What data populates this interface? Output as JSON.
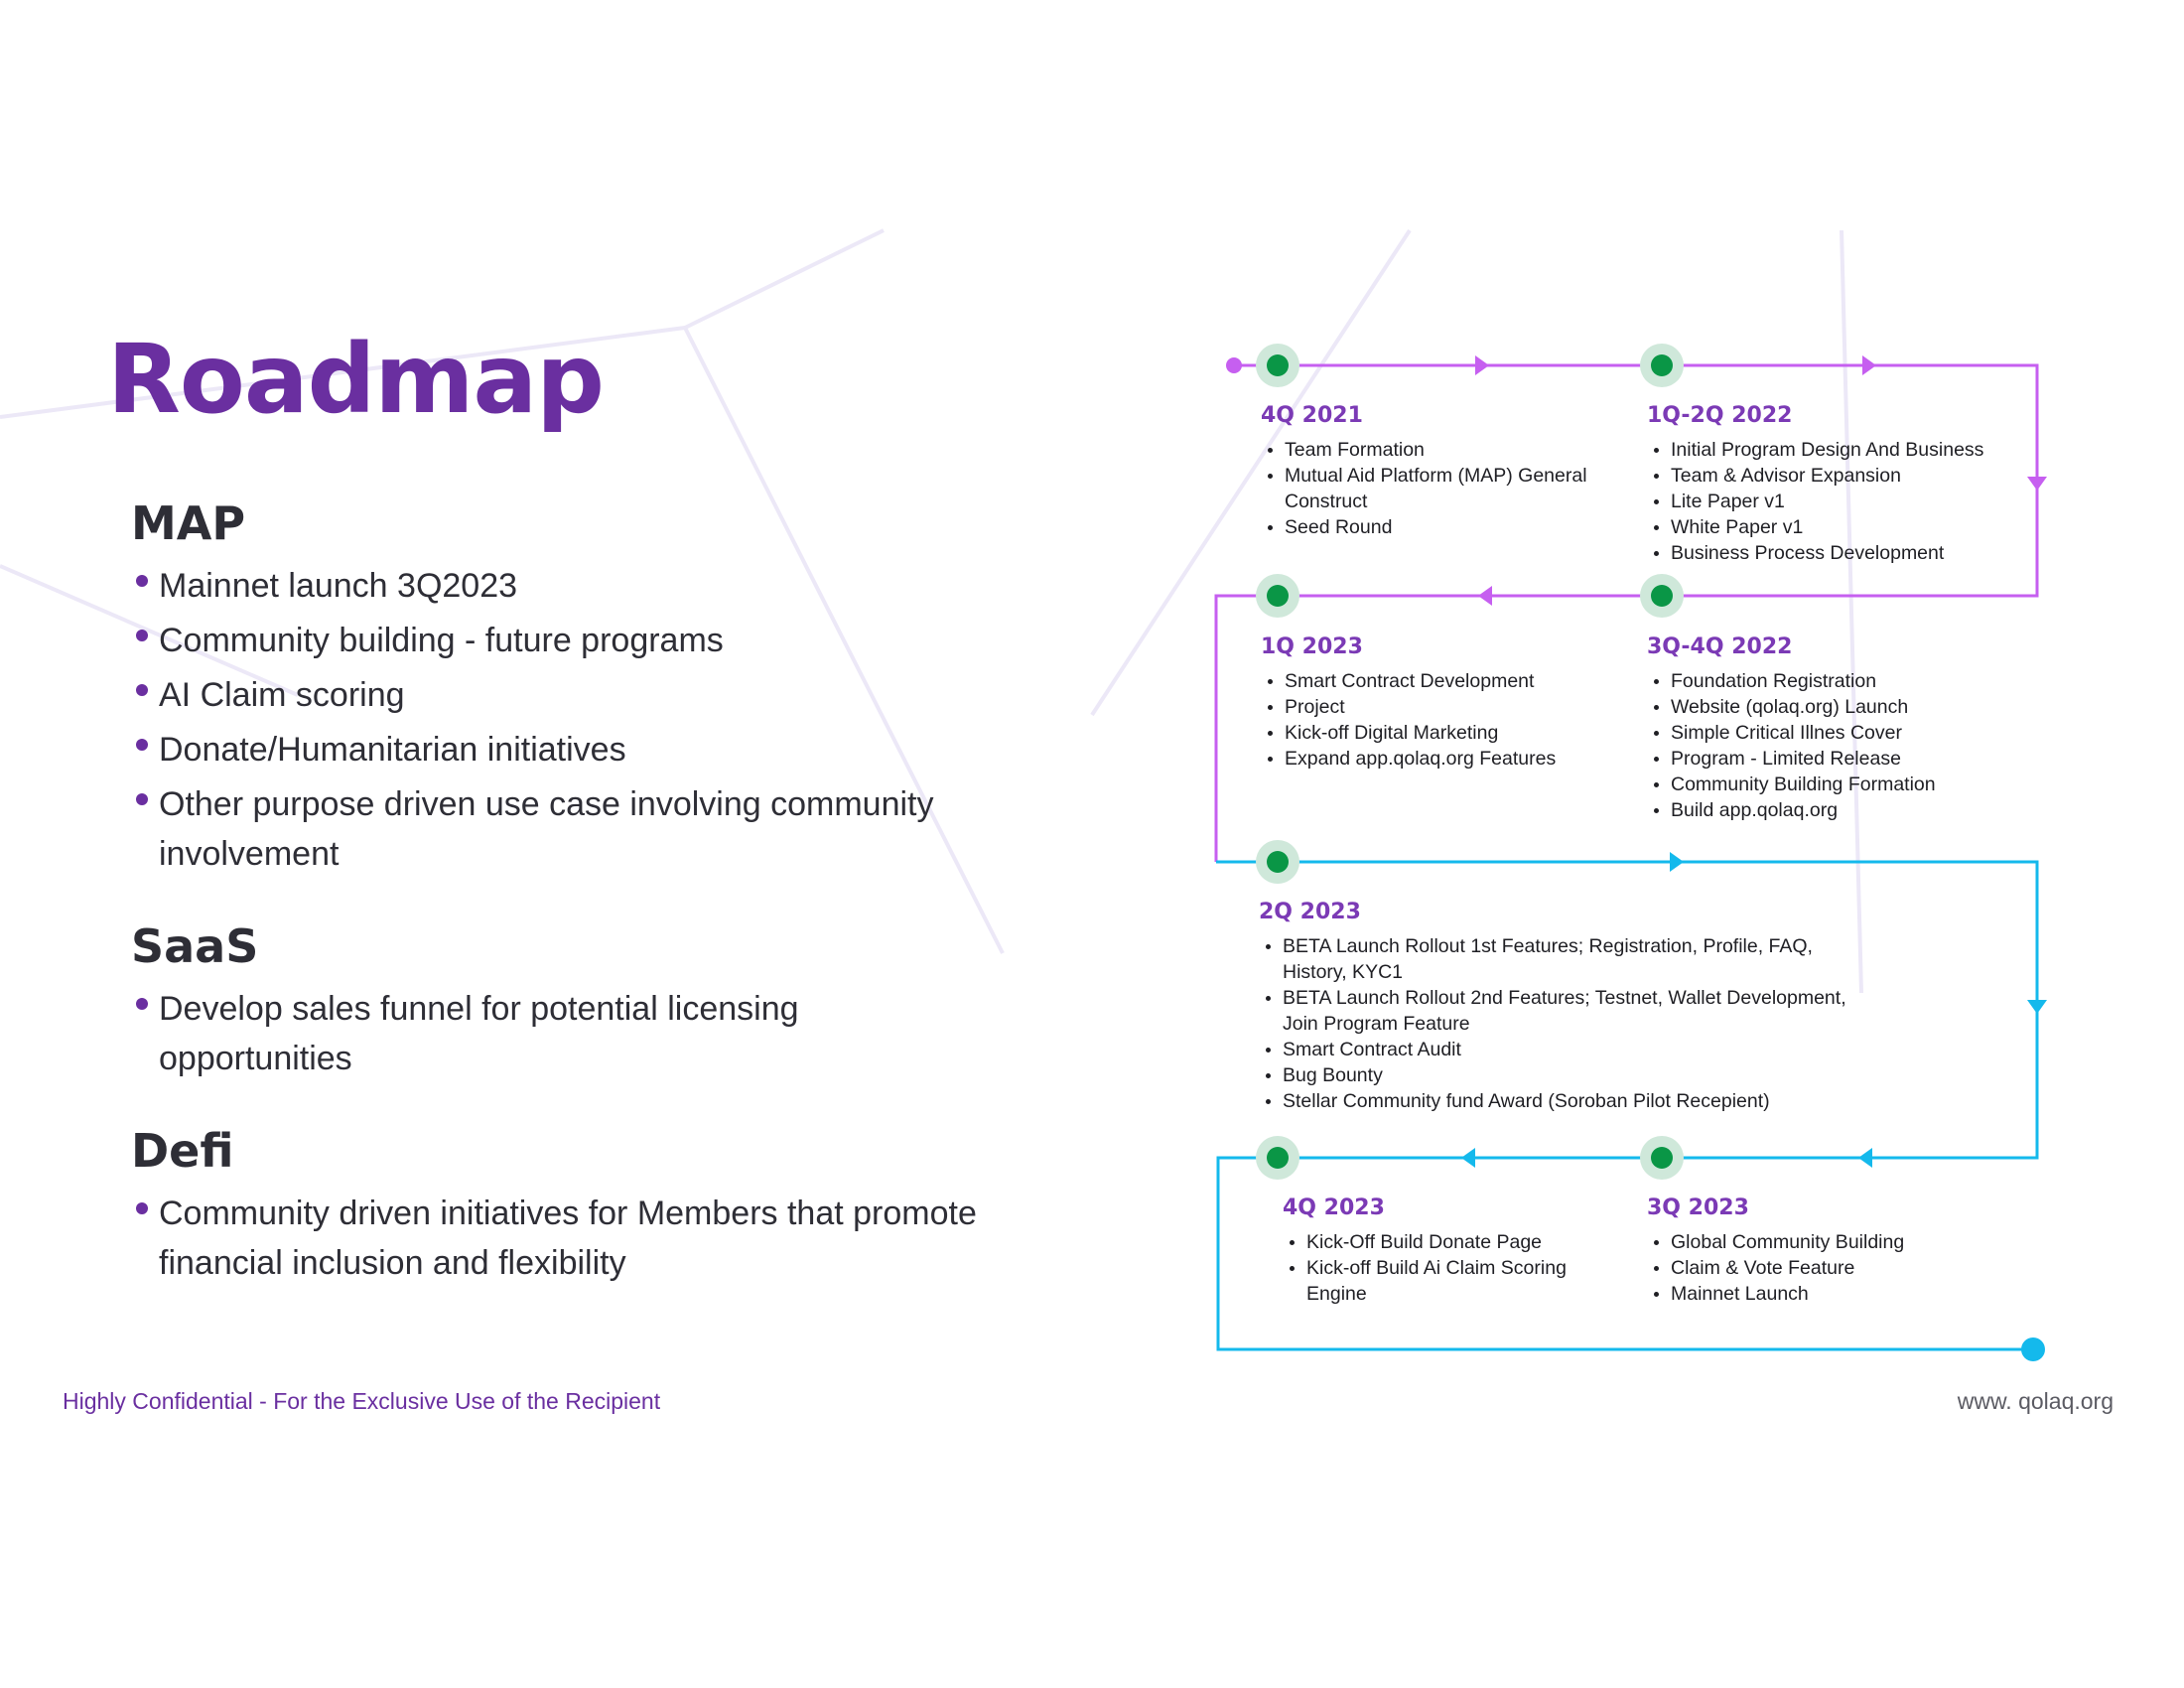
{
  "slide": {
    "title": "Roadmap",
    "sections": [
      {
        "heading": "MAP",
        "items": [
          "Mainnet launch 3Q2023",
          "Community building - future programs",
          "AI Claim scoring",
          "Donate/Humanitarian initiatives",
          "Other purpose driven use case involving community involvement"
        ]
      },
      {
        "heading": "SaaS",
        "items": [
          "Develop sales funnel for potential licensing opportunities"
        ]
      },
      {
        "heading": "Defi",
        "items": [
          "Community driven initiatives for Members that promote financial inclusion and flexibility"
        ]
      }
    ]
  },
  "timeline": {
    "colors": {
      "early": "#c65ff0",
      "late": "#14b9ec",
      "node": "#0a9646",
      "halo": "#cfe8da",
      "heading": "#7b3ab5"
    },
    "nodes": [
      {
        "period": "4Q 2021",
        "items": [
          "Team Formation",
          "Mutual Aid Platform (MAP) General Construct",
          "Seed Round"
        ]
      },
      {
        "period": "1Q-2Q 2022",
        "items": [
          "Initial Program Design And Business",
          "Team & Advisor Expansion",
          "Lite Paper v1",
          "White Paper v1",
          "Business Process Development"
        ]
      },
      {
        "period": "3Q-4Q 2022",
        "items": [
          "Foundation Registration",
          "Website (qolaq.org) Launch",
          "Simple Critical Illnes Cover",
          "Program - Limited Release",
          "Community Building Formation",
          "Build app.qolaq.org"
        ]
      },
      {
        "period": "1Q 2023",
        "items": [
          "Smart Contract Development",
          "Project",
          "Kick-off Digital Marketing",
          "Expand app.qolaq.org Features"
        ]
      },
      {
        "period": "2Q 2023",
        "items": [
          "BETA Launch Rollout 1st Features; Registration, Profile, FAQ, History, KYC1",
          "BETA Launch Rollout 2nd Features; Testnet, Wallet Development, Join Program Feature",
          "Smart Contract Audit",
          "Bug Bounty",
          "Stellar Community fund Award (Soroban Pilot Recepient)"
        ]
      },
      {
        "period": "3Q 2023",
        "items": [
          "Global Community Building",
          "Claim & Vote Feature",
          "Mainnet Launch"
        ]
      },
      {
        "period": "4Q 2023",
        "items": [
          "Kick-Off Build Donate Page",
          "Kick-off Build Ai Claim Scoring Engine"
        ]
      }
    ]
  },
  "footer": {
    "left": "Highly Confidential - For the Exclusive Use of the Recipient",
    "right": "www. qolaq.org"
  }
}
